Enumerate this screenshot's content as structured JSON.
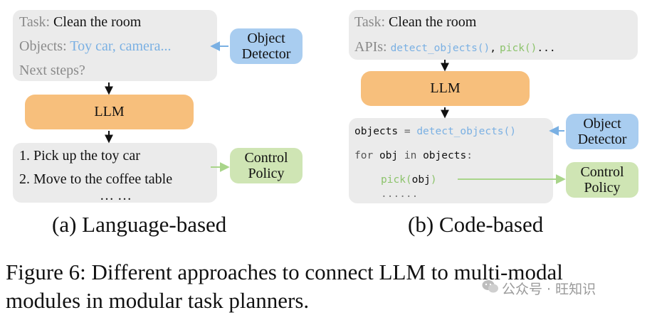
{
  "panel_a": {
    "task_label": "Task:",
    "task_value": "Clean the room",
    "objects_label": "Objects:",
    "objects_value": "Toy car, camera...",
    "next_steps": "Next steps?",
    "llm": "LLM",
    "step1": "1. Pick up the toy car",
    "step2": "2. Move to the coffee table",
    "ellipsis": "… …",
    "detector_line1": "Object",
    "detector_line2": "Detector",
    "policy_line1": "Control",
    "policy_line2": "Policy",
    "caption": "(a) Language-based"
  },
  "panel_b": {
    "task_label": "Task:",
    "task_value": "Clean the room",
    "apis_label": "APIs:",
    "api1": "detect_objects()",
    "api_sep": ",",
    "api2": "pick()",
    "api_tail": "...",
    "llm": "LLM",
    "code_objects": "objects",
    "code_eq": "=",
    "code_call": "detect_objects()",
    "code_for": "for",
    "code_obj": "obj",
    "code_in": "in",
    "code_iter": "objects",
    "code_colon": ":",
    "code_pick": "pick(",
    "code_arg": "obj",
    "code_close": ")",
    "code_dots": "......",
    "detector_line1": "Object",
    "detector_line2": "Detector",
    "policy_line1": "Control",
    "policy_line2": "Policy",
    "caption": "(b) Code-based"
  },
  "figure_caption_line1": "Figure 6: Different approaches to connect LLM to multi-modal",
  "figure_caption_line2": "modules in modular task planners.",
  "watermark": "公众号 · 旺知识",
  "colors": {
    "panel_bg": "#ebebeb",
    "llm": "#f7bf7c",
    "detector": "#a9cdf0",
    "policy": "#cfe5b4",
    "blue_text": "#7ab0e3",
    "green_text": "#8cc36b"
  }
}
